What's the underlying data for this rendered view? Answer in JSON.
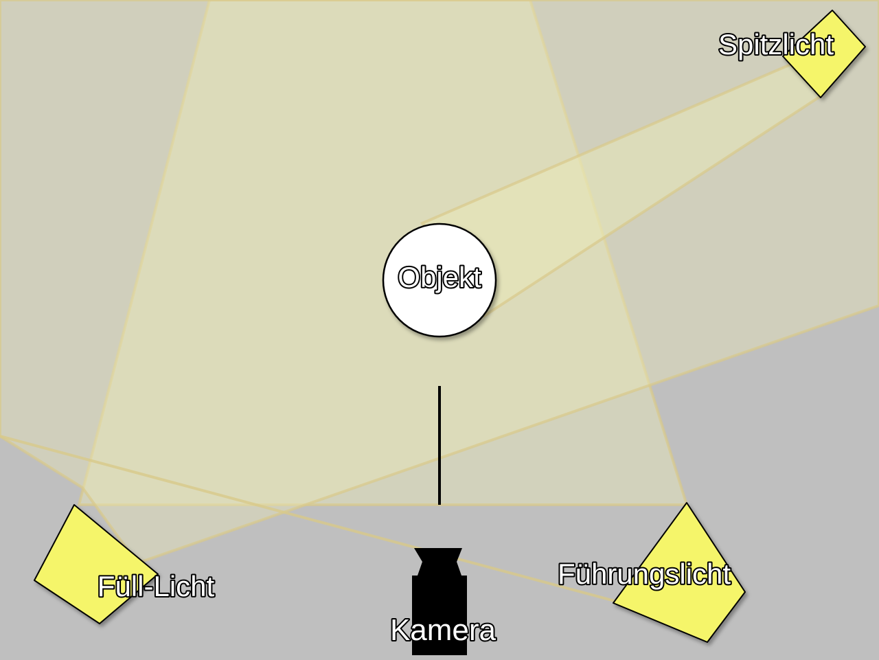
{
  "diagram": {
    "colors": {
      "background": "#bfbfbf",
      "light_fill": "#f5f56a",
      "beam_fill": "#ecebb8",
      "beam_edge": "#d8c98a",
      "subject_fill": "#ffffff",
      "camera_fill": "#000000"
    },
    "labels": {
      "subject": "Objekt",
      "camera": "Kamera",
      "key_light": "Führungslicht",
      "fill_light": "Füll-Licht",
      "back_light": "Spitzlicht"
    }
  }
}
